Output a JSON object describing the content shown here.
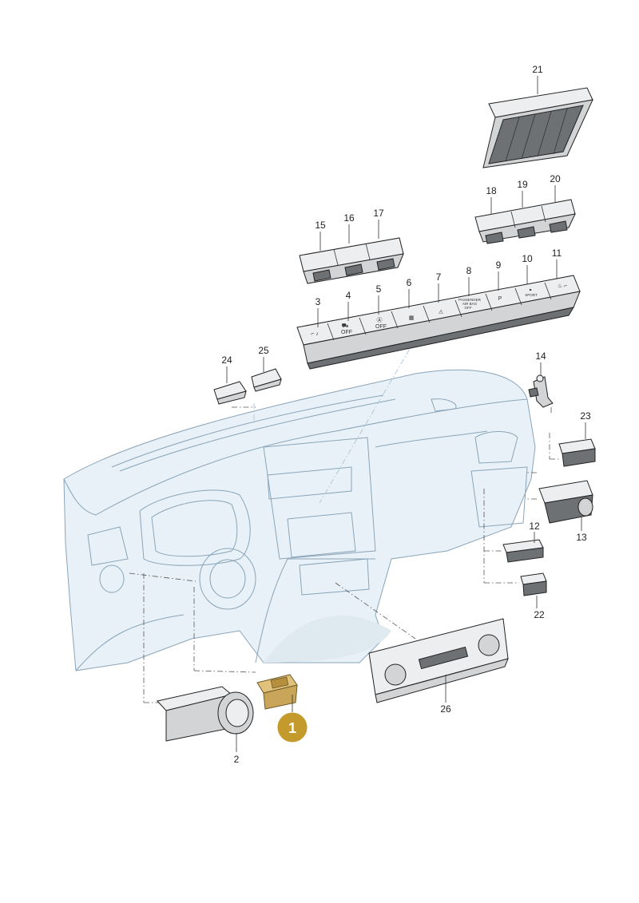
{
  "highlight": {
    "number": "1",
    "fill_color": "#c49a2c",
    "part_color": "#e0c27a"
  },
  "callouts": [
    {
      "id": "2",
      "text": "2"
    },
    {
      "id": "3",
      "text": "3"
    },
    {
      "id": "4",
      "text": "4"
    },
    {
      "id": "5",
      "text": "5"
    },
    {
      "id": "6",
      "text": "6"
    },
    {
      "id": "7",
      "text": "7"
    },
    {
      "id": "8",
      "text": "8"
    },
    {
      "id": "9",
      "text": "9"
    },
    {
      "id": "10",
      "text": "10"
    },
    {
      "id": "11",
      "text": "11"
    },
    {
      "id": "12",
      "text": "12"
    },
    {
      "id": "13",
      "text": "13"
    },
    {
      "id": "14",
      "text": "14"
    },
    {
      "id": "15",
      "text": "15"
    },
    {
      "id": "16",
      "text": "16"
    },
    {
      "id": "17",
      "text": "17"
    },
    {
      "id": "18",
      "text": "18"
    },
    {
      "id": "19",
      "text": "19"
    },
    {
      "id": "20",
      "text": "20"
    },
    {
      "id": "21",
      "text": "21"
    },
    {
      "id": "22",
      "text": "22"
    },
    {
      "id": "23",
      "text": "23"
    },
    {
      "id": "24",
      "text": "24"
    },
    {
      "id": "25",
      "text": "25"
    },
    {
      "id": "26",
      "text": "26"
    }
  ],
  "switch_symbols": {
    "s4": "OFF",
    "s5": "OFF",
    "s8_line1": "PASSENGER",
    "s8_line2": "AIR BAG",
    "s8_line3": "OFF",
    "s9": "P",
    "s10": "SPORT"
  },
  "colors": {
    "dashboard_fill": "#e8f1f7",
    "dashboard_line": "#8aa4b8",
    "part_fill": "#d2d4d6",
    "outline": "#222222"
  }
}
